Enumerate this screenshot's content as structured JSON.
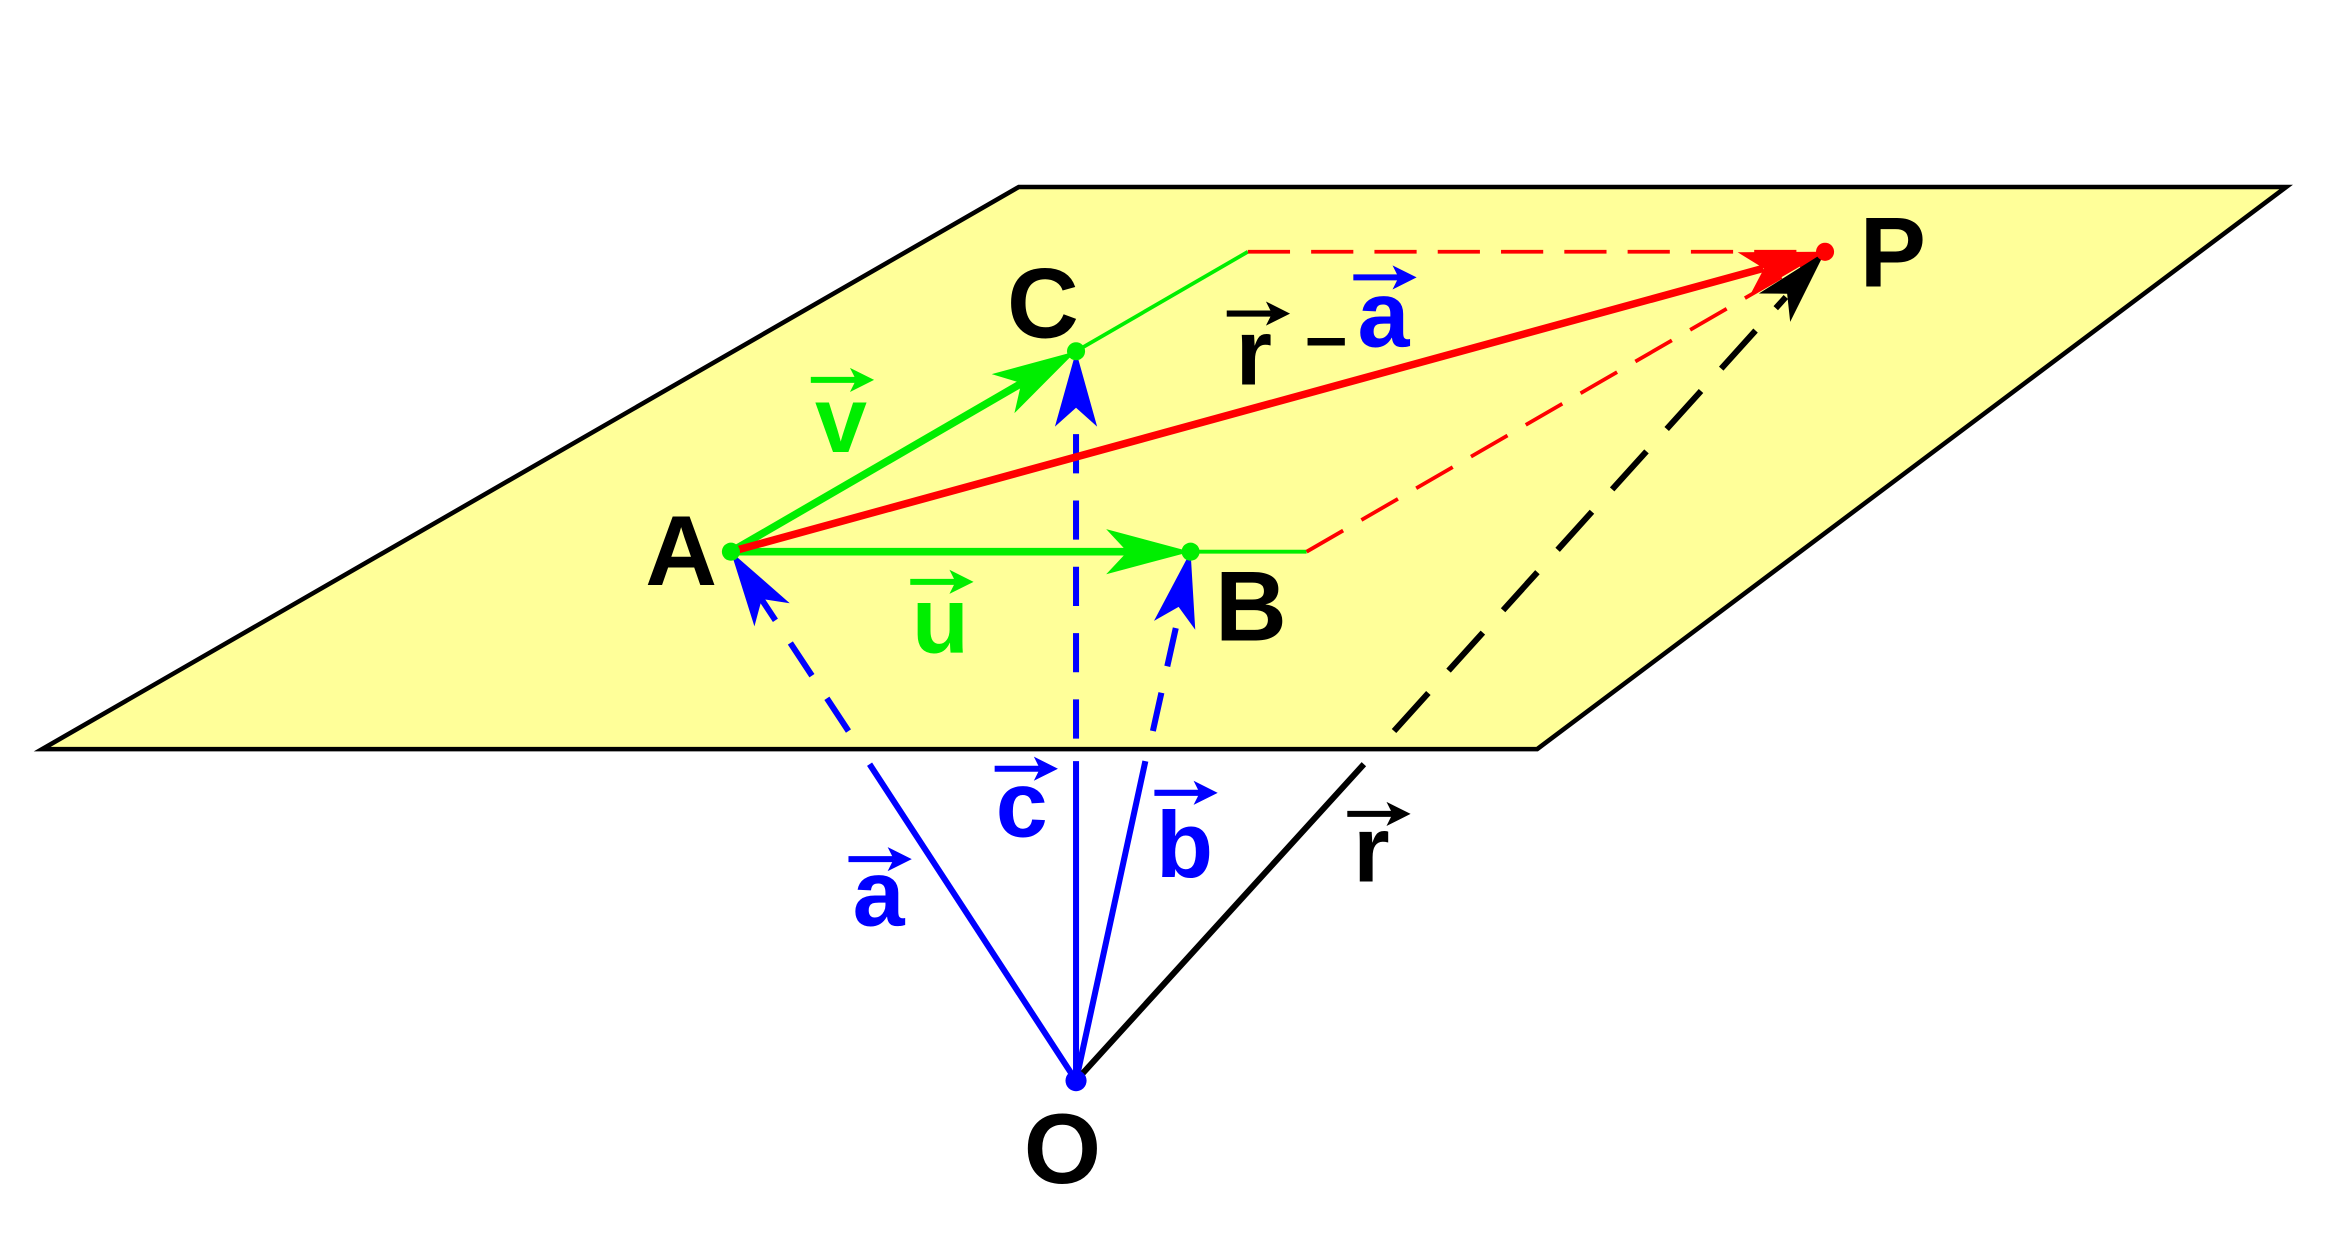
{
  "colors": {
    "plane": "#ffff99",
    "green": "#00ee00",
    "red": "#ff0000",
    "blue": "#0000ff",
    "black": "#000000"
  },
  "points": {
    "A": "A",
    "B": "B",
    "C": "C",
    "P": "P",
    "O": "O"
  },
  "vectors": {
    "u": "u",
    "v": "v",
    "r_minus_a": {
      "r": "r",
      "minus": "–",
      "a": "a"
    },
    "a": "a",
    "b": "b",
    "c": "c",
    "r": "r"
  }
}
